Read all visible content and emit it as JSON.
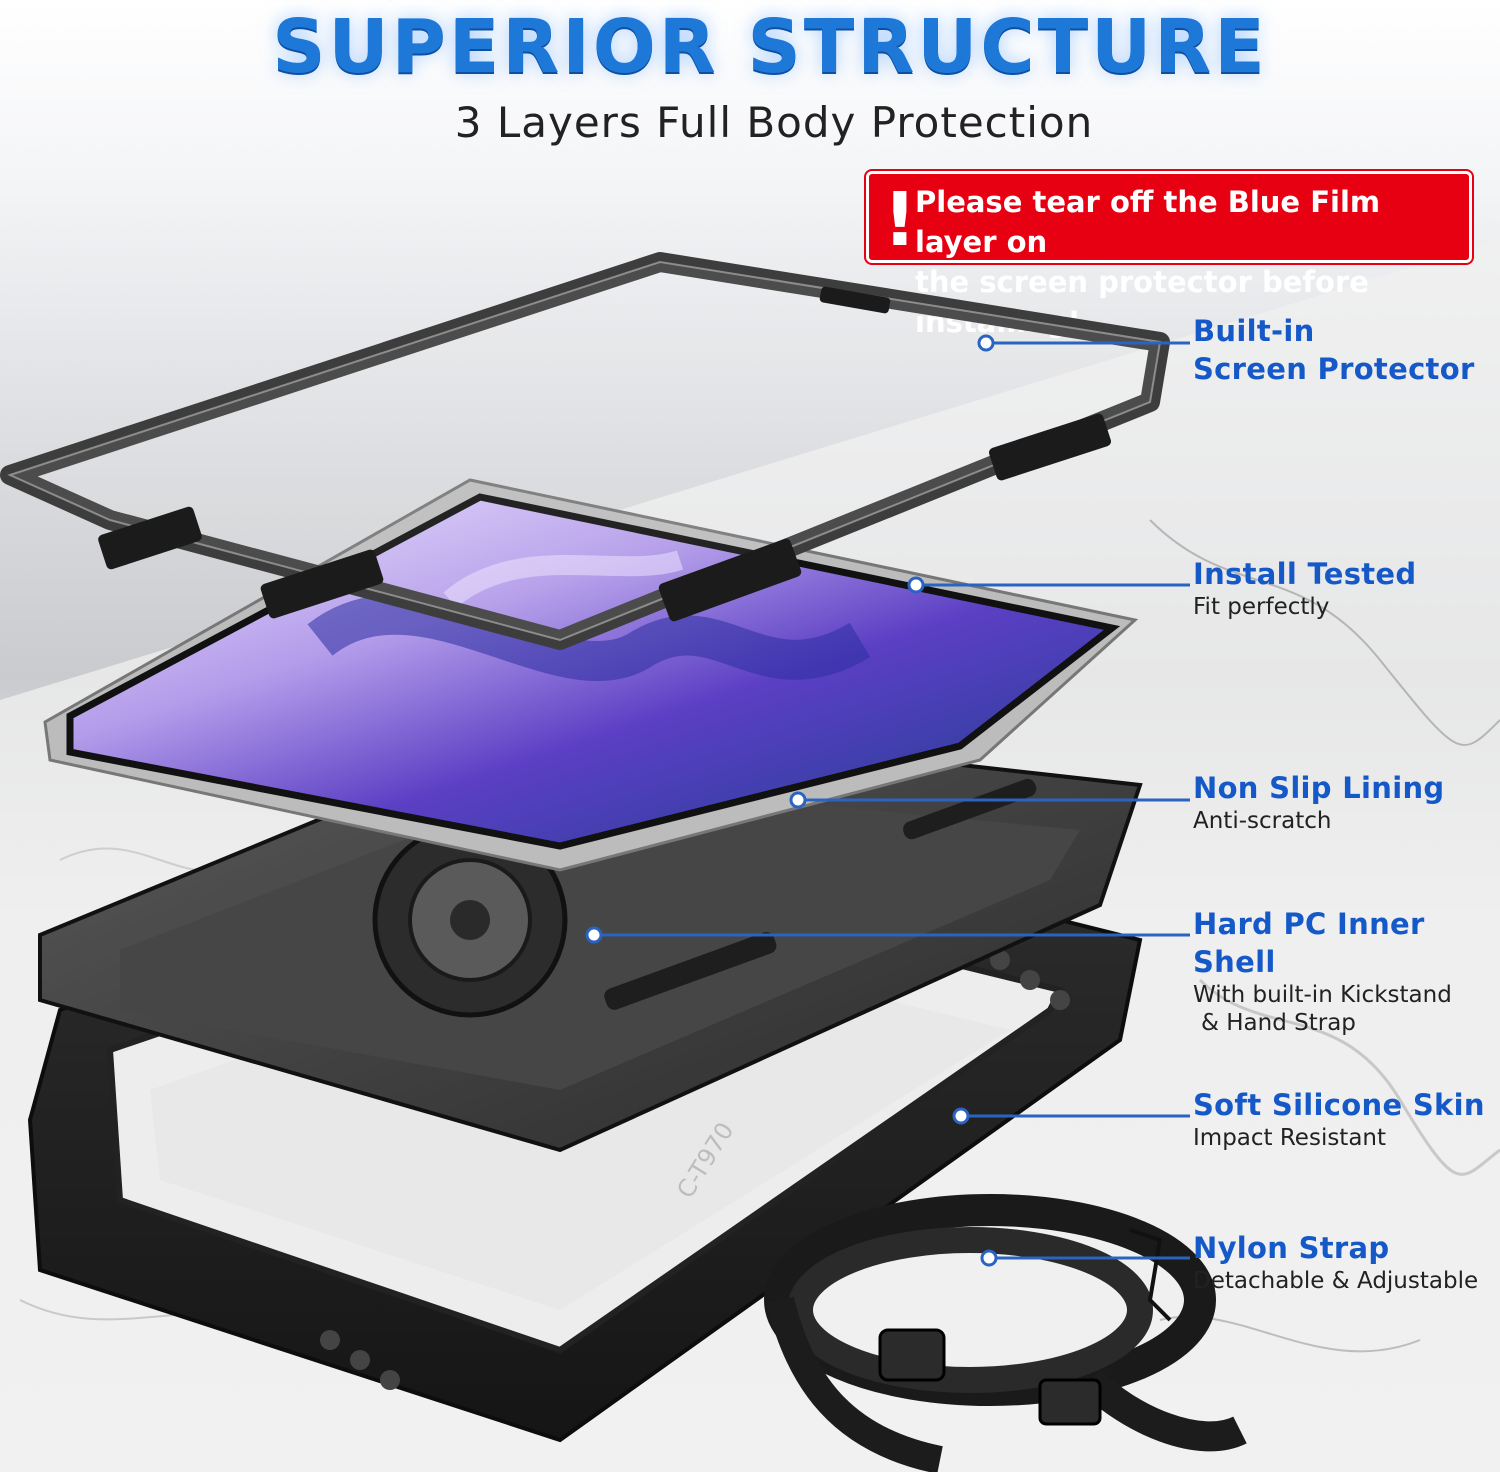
{
  "header": {
    "title": "SUPERIOR STRUCTURE",
    "subtitle": "3 Layers Full Body Protection"
  },
  "warning": {
    "icon": "exclamation-icon",
    "line1": "Please tear off the Blue Film layer on",
    "line2": "the screen protector before installing!",
    "color": "#e60012"
  },
  "callouts": [
    {
      "title1": "Built-in",
      "title2": "Screen Protector"
    },
    {
      "title": "Install Tested",
      "sub": "Fit perfectly"
    },
    {
      "title": "Non Slip Lining",
      "sub": "Anti-scratch"
    },
    {
      "title": "Hard PC Inner Shell",
      "sub1": "With built-in Kickstand",
      "sub2": "& Hand Strap"
    },
    {
      "title": "Soft Silicone Skin",
      "sub": "Impact Resistant"
    },
    {
      "title": "Nylon Strap",
      "sub": "Detachable & Adjustable"
    }
  ],
  "product_marking": "C-T970",
  "colors": {
    "accent": "#1559c8",
    "title": "#1e78d8",
    "warning": "#e60012"
  }
}
